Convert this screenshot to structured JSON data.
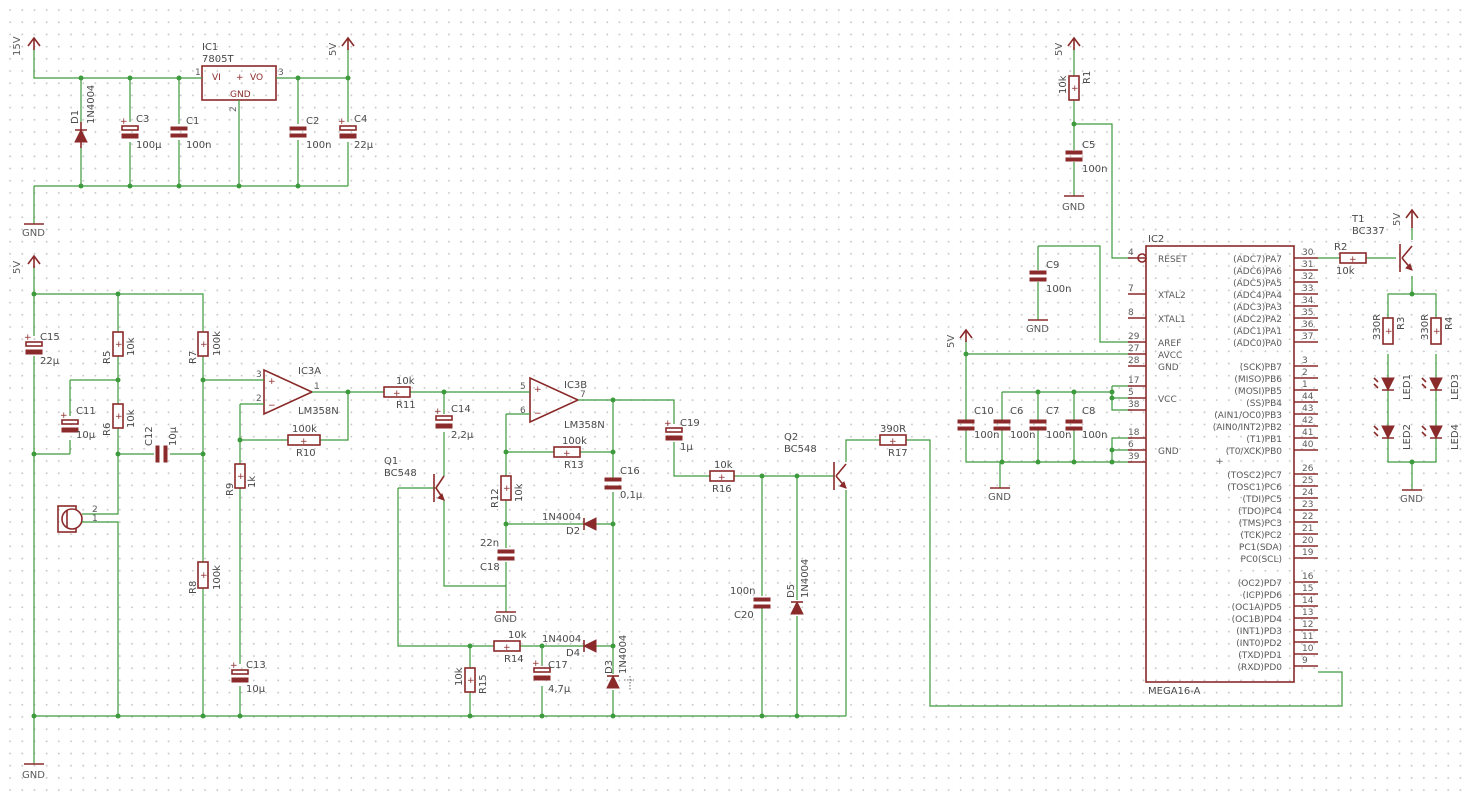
{
  "rails": {
    "v15": "15V",
    "v5": "5V",
    "gnd": "GND"
  },
  "components": {
    "ic1": {
      "name": "IC1",
      "value": "7805T",
      "vi": "VI",
      "vo": "VO",
      "gnd": "GND",
      "p1": "1",
      "p2": "2",
      "p3": "3"
    },
    "d1": {
      "name": "D1",
      "value": "1N4004"
    },
    "c3": {
      "name": "C3",
      "value": "100µ"
    },
    "c1": {
      "name": "C1",
      "value": "100n"
    },
    "c2": {
      "name": "C2",
      "value": "100n"
    },
    "c4": {
      "name": "C4",
      "value": "22µ"
    },
    "c15": {
      "name": "C15",
      "value": "22µ"
    },
    "r5": {
      "name": "R5",
      "value": "10k"
    },
    "r6": {
      "name": "R6",
      "value": "10k"
    },
    "r7": {
      "name": "R7",
      "value": "100k"
    },
    "r8": {
      "name": "R8",
      "value": "100k"
    },
    "c11": {
      "name": "C11",
      "value": "10µ"
    },
    "c12": {
      "name": "C12",
      "value": "10µ"
    },
    "mic": {
      "p1": "1",
      "p2": "2"
    },
    "ic3a": {
      "name": "IC3A",
      "value": "LM358N",
      "p3": "3",
      "p2": "2",
      "p1": "1"
    },
    "r10": {
      "name": "R10",
      "value": "100k"
    },
    "r9": {
      "name": "R9",
      "value": "1k"
    },
    "c13": {
      "name": "C13",
      "value": "10µ"
    },
    "r11": {
      "name": "R11",
      "value": "10k"
    },
    "c14": {
      "name": "C14",
      "value": "2,2µ"
    },
    "q1": {
      "name": "Q1",
      "value": "BC548"
    },
    "ic3b": {
      "name": "IC3B",
      "value": "LM358N",
      "p5": "5",
      "p6": "6",
      "p7": "7"
    },
    "r13": {
      "name": "R13",
      "value": "100k"
    },
    "r12": {
      "name": "R12",
      "value": "10k"
    },
    "c16": {
      "name": "C16",
      "value": "0,1µ"
    },
    "d2": {
      "name": "D2",
      "value": "1N4004"
    },
    "c18": {
      "name": "C18",
      "value": "22n"
    },
    "r14": {
      "name": "R14",
      "value": "10k"
    },
    "d4": {
      "name": "D4",
      "value": "1N4004"
    },
    "r15": {
      "name": "R15",
      "value": "10k"
    },
    "c17": {
      "name": "C17",
      "value": "4,7µ"
    },
    "d3": {
      "name": "D3",
      "value": "1N4004"
    },
    "c19": {
      "name": "C19",
      "value": "1µ"
    },
    "r16": {
      "name": "R16",
      "value": "10k"
    },
    "c20": {
      "name": "C20",
      "value": "100n"
    },
    "d5": {
      "name": "D5",
      "value": "1N4004"
    },
    "q2": {
      "name": "Q2",
      "value": "BC548"
    },
    "r17": {
      "name": "R17",
      "value": "390R"
    },
    "r1": {
      "name": "R1",
      "value": "10k"
    },
    "c5": {
      "name": "C5",
      "value": "100n"
    },
    "c9": {
      "name": "C9",
      "value": "100n"
    },
    "c10": {
      "name": "C10",
      "value": "100n"
    },
    "c6": {
      "name": "C6",
      "value": "100n"
    },
    "c7": {
      "name": "C7",
      "value": "100n"
    },
    "c8": {
      "name": "C8",
      "value": "100n"
    },
    "r2": {
      "name": "R2",
      "value": "10k"
    },
    "t1": {
      "name": "T1",
      "value": "BC337"
    },
    "r3": {
      "name": "R3",
      "value": "330R"
    },
    "r4": {
      "name": "R4",
      "value": "330R"
    },
    "led1": "LED1",
    "led2": "LED2",
    "led3": "LED3",
    "led4": "LED4"
  },
  "ic2": {
    "name": "IC2",
    "value": "MEGA16-A",
    "left_pins": [
      {
        "num": "4",
        "label": "RESET"
      },
      {
        "num": "7",
        "label": "XTAL2"
      },
      {
        "num": "8",
        "label": "XTAL1"
      },
      {
        "num": "29",
        "label": "AREF"
      },
      {
        "num": "27",
        "label": "AVCC"
      },
      {
        "num": "28",
        "label": "GND"
      },
      {
        "num": "17",
        "label": ""
      },
      {
        "num": "5",
        "label": "VCC"
      },
      {
        "num": "38",
        "label": ""
      },
      {
        "num": "18",
        "label": ""
      },
      {
        "num": "6",
        "label": "GND"
      },
      {
        "num": "39",
        "label": ""
      }
    ],
    "right_pins": [
      {
        "num": "30",
        "label": "(ADC7)PA7"
      },
      {
        "num": "31",
        "label": "(ADC6)PA6"
      },
      {
        "num": "32",
        "label": "(ADC5)PA5"
      },
      {
        "num": "33",
        "label": "(ADC4)PA4"
      },
      {
        "num": "34",
        "label": "(ADC3)PA3"
      },
      {
        "num": "35",
        "label": "(ADC2)PA2"
      },
      {
        "num": "36",
        "label": "(ADC1)PA1"
      },
      {
        "num": "37",
        "label": "(ADC0)PA0"
      },
      {
        "num": "3",
        "label": "(SCK)PB7"
      },
      {
        "num": "2",
        "label": "(MISO)PB6"
      },
      {
        "num": "1",
        "label": "(MOSI)PB5"
      },
      {
        "num": "44",
        "label": "(SS)PB4"
      },
      {
        "num": "43",
        "label": "(AIN1/OC0)PB3"
      },
      {
        "num": "42",
        "label": "(AIN0/INT2)PB2"
      },
      {
        "num": "41",
        "label": "(T1)PB1"
      },
      {
        "num": "40",
        "label": "(T0/XCK)PB0"
      },
      {
        "num": "26",
        "label": "(TOSC2)PC7"
      },
      {
        "num": "25",
        "label": "(TOSC1)PC6"
      },
      {
        "num": "24",
        "label": "(TDI)PC5"
      },
      {
        "num": "23",
        "label": "(TDO)PC4"
      },
      {
        "num": "22",
        "label": "(TMS)PC3"
      },
      {
        "num": "21",
        "label": "(TCK)PC2"
      },
      {
        "num": "20",
        "label": "PC1(SDA)"
      },
      {
        "num": "19",
        "label": "PC0(SCL)"
      },
      {
        "num": "16",
        "label": "(OC2)PD7"
      },
      {
        "num": "15",
        "label": "(ICP)PD6"
      },
      {
        "num": "14",
        "label": "(OC1A)PD5"
      },
      {
        "num": "13",
        "label": "(OC1B)PD4"
      },
      {
        "num": "12",
        "label": "(INT1)PD3"
      },
      {
        "num": "11",
        "label": "(INT0)PD2"
      },
      {
        "num": "10",
        "label": "(TXD)PD1"
      },
      {
        "num": "9",
        "label": "(RXD)PD0"
      }
    ]
  }
}
